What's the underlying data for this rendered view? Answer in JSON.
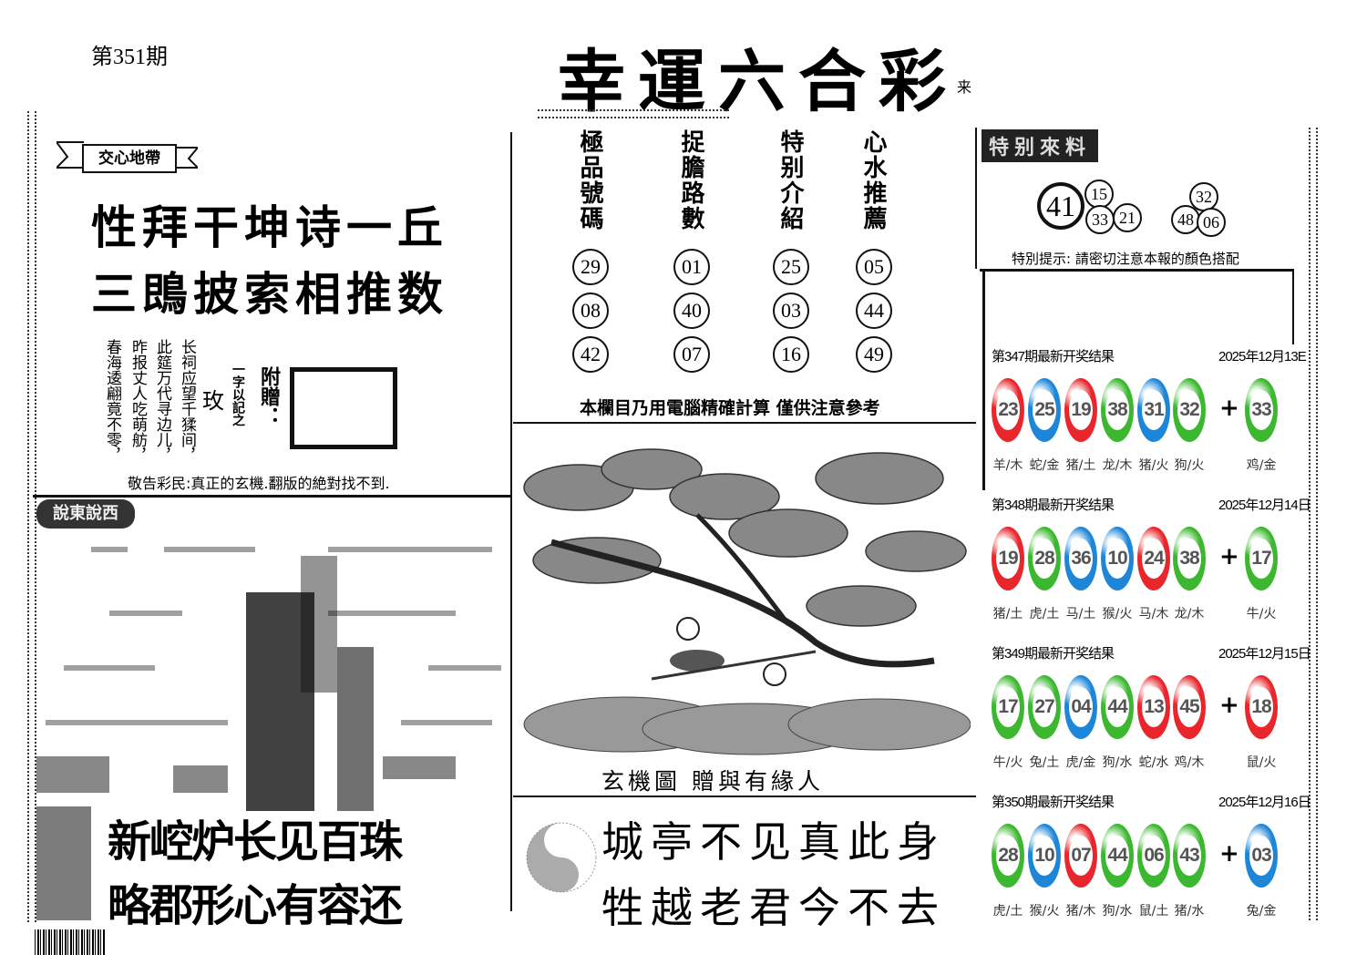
{
  "header": {
    "issue": "第351期",
    "title": "幸運六合彩",
    "title_suffix": "来"
  },
  "left_top": {
    "banner": "交心地帶",
    "poem_lines": [
      "性拜干坤诗一丘",
      "三鵖披索相推数"
    ],
    "vertical_lines": [
      "长祠应望千猱间，",
      "此筵万代寻边儿，",
      "昨报丈人吃萌舫，",
      "春海逶翩竟不零，"
    ],
    "single_char": "玫",
    "one_char_note": "一字以記之",
    "gift_label": "附贈：",
    "notice": "敬告彩民:真正的玄機.翻版的絶對找不到."
  },
  "left_bottom": {
    "label": "說東說西",
    "poem_lines": [
      "新崆炉长见百珠",
      "略郡形心有容还"
    ]
  },
  "middle": {
    "columns": [
      {
        "title": "極品號碼",
        "numbers": [
          "29",
          "08",
          "42"
        ]
      },
      {
        "title": "捉膽路數",
        "numbers": [
          "01",
          "40",
          "07"
        ]
      },
      {
        "title": "特别介紹",
        "numbers": [
          "25",
          "03",
          "16"
        ]
      },
      {
        "title": "心水推薦",
        "numbers": [
          "05",
          "44",
          "49"
        ]
      }
    ],
    "note": "本欄目乃用電腦精確計算  僅供注意參考",
    "image_caption": "玄機圖  贈與有緣人",
    "poem_lines": [
      "城亭不见真此身",
      "牲越老君今不去"
    ]
  },
  "right": {
    "label": "特别來料",
    "main_number": "41",
    "group1": [
      "15",
      "33",
      "21"
    ],
    "group2": [
      "32",
      "48",
      "06"
    ],
    "hint": "特別提示: 請密切注意本報的顏色搭配",
    "colors": {
      "red": "#e8262b",
      "blue": "#1e86d8",
      "green": "#3bb82f"
    },
    "results": [
      {
        "title": "第347期最新开奖结果",
        "date": "2025年12月13E",
        "balls": [
          {
            "n": "23",
            "c": "red",
            "z": "羊/木"
          },
          {
            "n": "25",
            "c": "blue",
            "z": "蛇/金"
          },
          {
            "n": "19",
            "c": "red",
            "z": "猪/土"
          },
          {
            "n": "38",
            "c": "green",
            "z": "龙/木"
          },
          {
            "n": "31",
            "c": "blue",
            "z": "猪/火"
          },
          {
            "n": "32",
            "c": "green",
            "z": "狗/火"
          }
        ],
        "special": {
          "n": "33",
          "c": "green",
          "z": "鸡/金"
        }
      },
      {
        "title": "第348期最新开奖结果",
        "date": "2025年12月14日",
        "balls": [
          {
            "n": "19",
            "c": "red",
            "z": "猪/土"
          },
          {
            "n": "28",
            "c": "green",
            "z": "虎/土"
          },
          {
            "n": "36",
            "c": "blue",
            "z": "马/土"
          },
          {
            "n": "10",
            "c": "blue",
            "z": "猴/火"
          },
          {
            "n": "24",
            "c": "red",
            "z": "马/木"
          },
          {
            "n": "38",
            "c": "green",
            "z": "龙/木"
          }
        ],
        "special": {
          "n": "17",
          "c": "green",
          "z": "牛/火"
        }
      },
      {
        "title": "第349期最新开奖结果",
        "date": "2025年12月15日",
        "balls": [
          {
            "n": "17",
            "c": "green",
            "z": "牛/火"
          },
          {
            "n": "27",
            "c": "green",
            "z": "兔/土"
          },
          {
            "n": "04",
            "c": "blue",
            "z": "虎/金"
          },
          {
            "n": "44",
            "c": "green",
            "z": "狗/水"
          },
          {
            "n": "13",
            "c": "red",
            "z": "蛇/水"
          },
          {
            "n": "45",
            "c": "red",
            "z": "鸡/木"
          }
        ],
        "special": {
          "n": "18",
          "c": "red",
          "z": "鼠/火"
        }
      },
      {
        "title": "第350期最新开奖结果",
        "date": "2025年12月16日",
        "balls": [
          {
            "n": "28",
            "c": "green",
            "z": "虎/土"
          },
          {
            "n": "10",
            "c": "blue",
            "z": "猴/火"
          },
          {
            "n": "07",
            "c": "red",
            "z": "猪/木"
          },
          {
            "n": "44",
            "c": "green",
            "z": "狗/水"
          },
          {
            "n": "06",
            "c": "green",
            "z": "鼠/土"
          },
          {
            "n": "43",
            "c": "green",
            "z": "猪/水"
          }
        ],
        "special": {
          "n": "03",
          "c": "blue",
          "z": "兔/金"
        }
      }
    ],
    "plus": "+"
  }
}
